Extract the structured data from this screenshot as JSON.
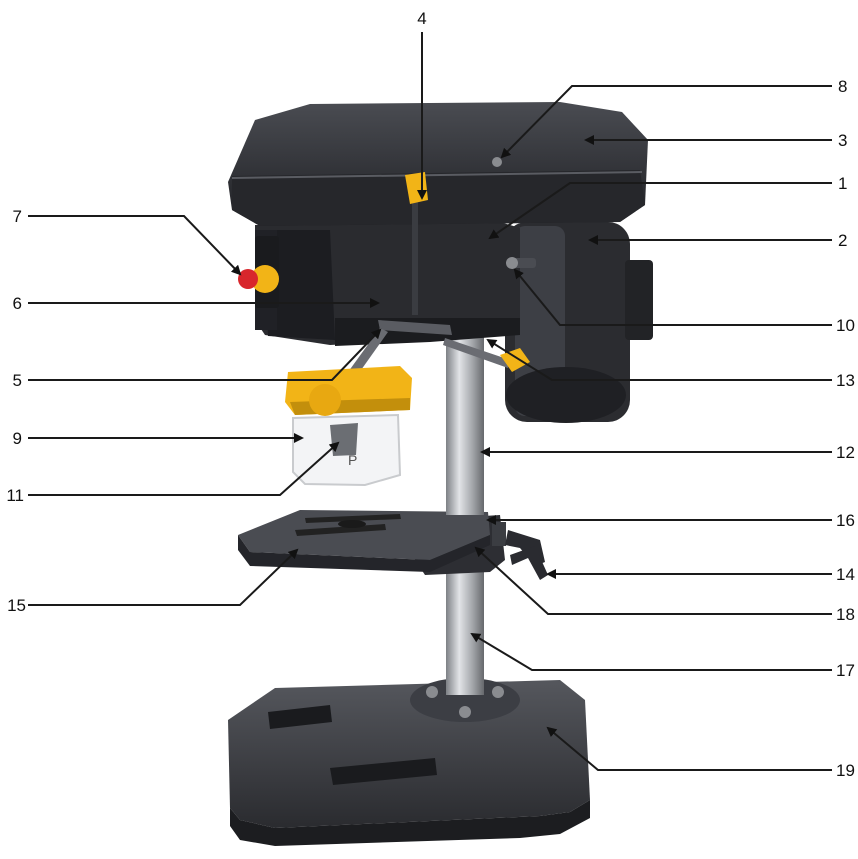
{
  "diagram": {
    "callouts": [
      {
        "id": "c1",
        "label": "1"
      },
      {
        "id": "c2",
        "label": "2"
      },
      {
        "id": "c3",
        "label": "3"
      },
      {
        "id": "c4",
        "label": "4"
      },
      {
        "id": "c5",
        "label": "5"
      },
      {
        "id": "c6",
        "label": "6"
      },
      {
        "id": "c7",
        "label": "7"
      },
      {
        "id": "c8",
        "label": "8"
      },
      {
        "id": "c9",
        "label": "9"
      },
      {
        "id": "c10",
        "label": "10"
      },
      {
        "id": "c11",
        "label": "11"
      },
      {
        "id": "c12",
        "label": "12"
      },
      {
        "id": "c13",
        "label": "13"
      },
      {
        "id": "c14",
        "label": "14"
      },
      {
        "id": "c15",
        "label": "15"
      },
      {
        "id": "c16",
        "label": "16"
      },
      {
        "id": "c17",
        "label": "17"
      },
      {
        "id": "c18",
        "label": "18"
      },
      {
        "id": "c19",
        "label": "19"
      }
    ],
    "colors": {
      "housing": "#2b2c30",
      "housing_light": "#4a4c52",
      "yellow": "#f2b417",
      "column": "#b9bcc0",
      "red": "#d8262c",
      "line": "#1a1a1a"
    },
    "icons": [
      "drill-press-picture",
      "arrow-head"
    ]
  }
}
